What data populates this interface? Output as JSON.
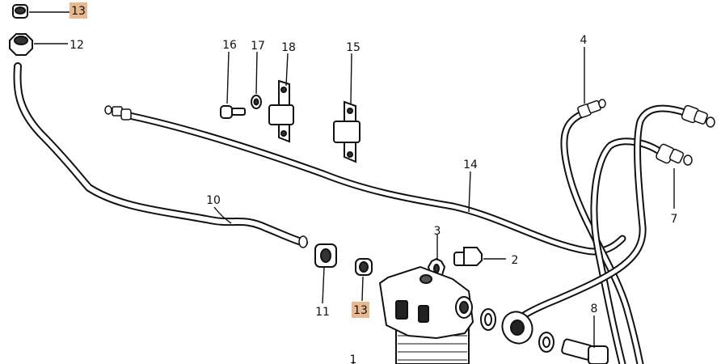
{
  "colors": {
    "ink": "#111111",
    "highlight": "#e8b98f",
    "paper": "#ffffff"
  },
  "callouts": [
    {
      "id": "c13a",
      "label": "13",
      "highlighted": true
    },
    {
      "id": "c12",
      "label": "12",
      "highlighted": false
    },
    {
      "id": "c16",
      "label": "16",
      "highlighted": false
    },
    {
      "id": "c17",
      "label": "17",
      "highlighted": false
    },
    {
      "id": "c18",
      "label": "18",
      "highlighted": false
    },
    {
      "id": "c15",
      "label": "15",
      "highlighted": false
    },
    {
      "id": "c4",
      "label": "4",
      "highlighted": false
    },
    {
      "id": "c14",
      "label": "14",
      "highlighted": false
    },
    {
      "id": "c10",
      "label": "10",
      "highlighted": false
    },
    {
      "id": "c7",
      "label": "7",
      "highlighted": false
    },
    {
      "id": "c3",
      "label": "3",
      "highlighted": false
    },
    {
      "id": "c2",
      "label": "2",
      "highlighted": false
    },
    {
      "id": "c11",
      "label": "11",
      "highlighted": false
    },
    {
      "id": "c13b",
      "label": "13",
      "highlighted": true
    },
    {
      "id": "c8",
      "label": "8",
      "highlighted": false
    },
    {
      "id": "c1",
      "label": "1",
      "highlighted": false
    }
  ]
}
